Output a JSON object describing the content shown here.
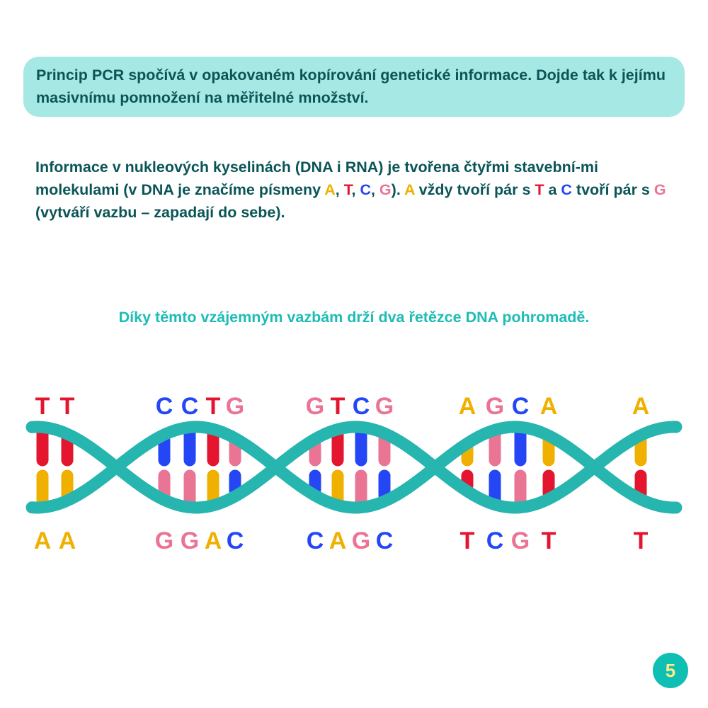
{
  "intro": {
    "text": "Princip PCR spočívá v opakovaném kopírování genetické informace. Dojde tak k jejímu masivnímu pomnožení na měřitelné množství."
  },
  "paragraph": {
    "segments": [
      {
        "text": "Informace v nukleových kyselinách (DNA i RNA) je tvořena čtyřmi stavební-mi molekulami (v DNA je značíme písmeny "
      },
      {
        "text": "A",
        "base": "A"
      },
      {
        "text": ", "
      },
      {
        "text": "T",
        "base": "T"
      },
      {
        "text": ", "
      },
      {
        "text": "C",
        "base": "C"
      },
      {
        "text": ", "
      },
      {
        "text": "G",
        "base": "G"
      },
      {
        "text": "). "
      },
      {
        "text": "A",
        "base": "A"
      },
      {
        "text": " vždy tvoří pár s "
      },
      {
        "text": "T",
        "base": "T"
      },
      {
        "text": " a "
      },
      {
        "text": "C",
        "base": "C"
      },
      {
        "text": " tvoří pár s "
      },
      {
        "text": "G",
        "base": "G"
      },
      {
        "text": " (vytváří vazbu – zapadají do sebe)."
      }
    ]
  },
  "tagline": "Díky těmto vzájemným vazbám drží dva řetězce DNA pohromadě.",
  "colors": {
    "A": "#f0b000",
    "T": "#e3152f",
    "C": "#2446f5",
    "G": "#ea7494",
    "strand": "#27b5b0",
    "text": "#0b5557"
  },
  "dna": {
    "pairs": [
      {
        "top": "T",
        "bottom": "A"
      },
      {
        "top": "T",
        "bottom": "A"
      },
      {
        "top": "C",
        "bottom": "G"
      },
      {
        "top": "C",
        "bottom": "G"
      },
      {
        "top": "T",
        "bottom": "A"
      },
      {
        "top": "G",
        "bottom": "C"
      },
      {
        "top": "G",
        "bottom": "C"
      },
      {
        "top": "T",
        "bottom": "A"
      },
      {
        "top": "C",
        "bottom": "G"
      },
      {
        "top": "G",
        "bottom": "C"
      },
      {
        "top": "A",
        "bottom": "T"
      },
      {
        "top": "G",
        "bottom": "C"
      },
      {
        "top": "C",
        "bottom": "G"
      },
      {
        "top": "A",
        "bottom": "T"
      },
      {
        "top": "A",
        "bottom": "T"
      }
    ]
  },
  "page_number": "5"
}
